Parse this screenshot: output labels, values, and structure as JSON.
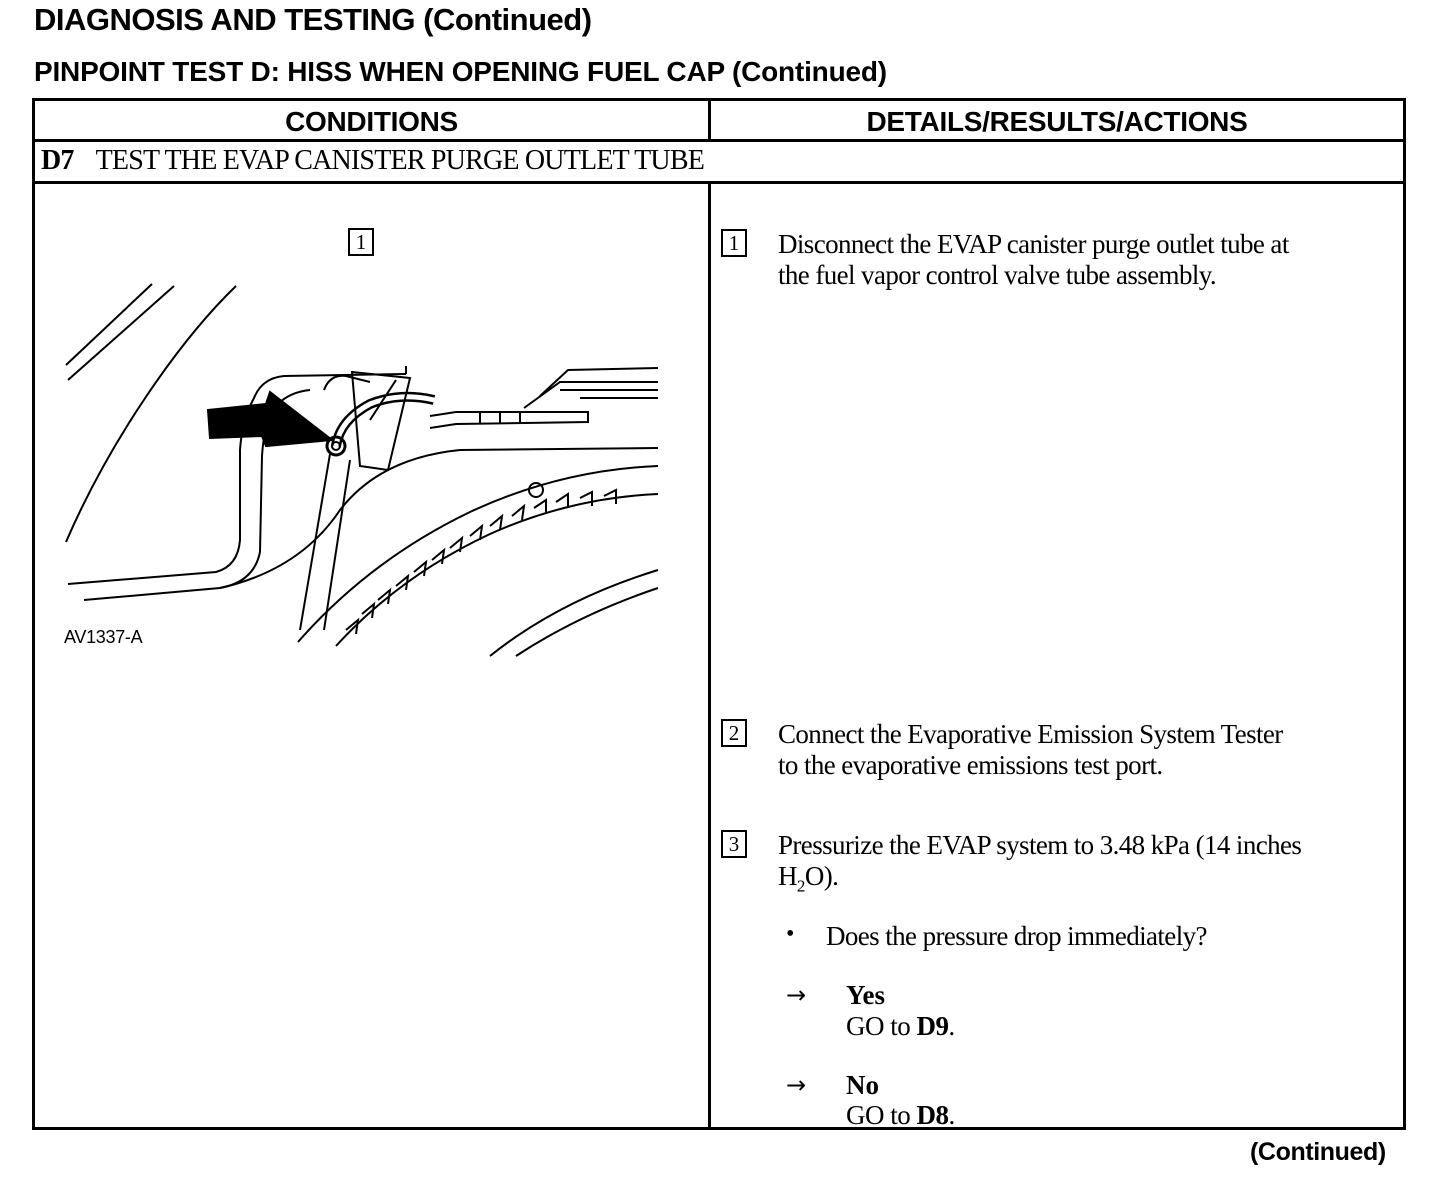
{
  "header": {
    "title": "DIAGNOSIS AND TESTING (Continued)",
    "subtitle": "PINPOINT TEST D: HISS WHEN OPENING FUEL CAP (Continued)"
  },
  "table": {
    "col_conditions": "CONDITIONS",
    "col_details": "DETAILS/RESULTS/ACTIONS",
    "step_id": "D7",
    "step_title": "TEST THE EVAP CANISTER PURGE OUTLET TUBE"
  },
  "figure": {
    "callout": "1",
    "id": "AV1337-A"
  },
  "actions": [
    {
      "num": "1",
      "line1": "Disconnect the EVAP canister purge outlet tube at",
      "line2": "the fuel vapor control valve tube assembly."
    },
    {
      "num": "2",
      "line1": "Connect the Evaporative Emission System Tester",
      "line2": "to the evaporative emissions test port."
    },
    {
      "num": "3",
      "line1": "Pressurize the EVAP system to 3.48 kPa (14 inches",
      "line2_pre": "H",
      "line2_sub": "2",
      "line2_post": "O)."
    }
  ],
  "question": {
    "bullet": "•",
    "text": "Does the pressure drop immediately?"
  },
  "answers": [
    {
      "arrow": "→",
      "label": "Yes",
      "go_text": "GO to",
      "target": "D9",
      "end": "."
    },
    {
      "arrow": "→",
      "label": "No",
      "go_text": "GO to",
      "target": "D8",
      "end": "."
    }
  ],
  "footer": {
    "continued": "(Continued)"
  }
}
